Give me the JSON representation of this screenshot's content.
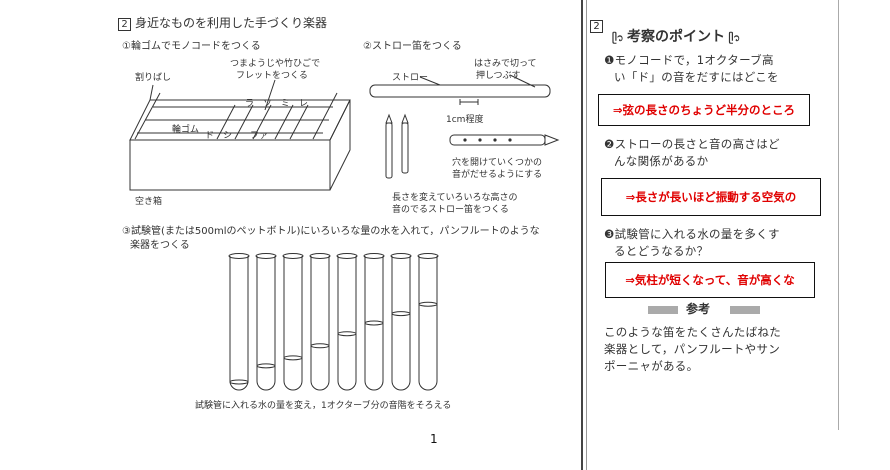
{
  "left": {
    "section_num": "2",
    "section_title": "身近なものを利用した手づくり楽器",
    "sub1": "①輪ゴムでモノコードをつくる",
    "sub2": "②ストロー笛をつくる",
    "labels": {
      "waribashi": "割りばし",
      "tsumayouji": "つまようじや竹ひごで",
      "fret": "フレットをつくる",
      "wagomu": "輪ゴム",
      "notes_top": "ラ　ソ　ミ　レ",
      "notes_bottom": "ド　シ　　ファ",
      "akibako": "空き箱",
      "straw": "ストロー",
      "hasami1": "はさみで切って",
      "hasami2": "押しつぶす",
      "cm": "1cm程度",
      "ana1": "穴を開けていくつかの",
      "ana2": "音がだせるようにする",
      "nagasa1": "長さを変えていろいろな高さの",
      "nagasa2": "音のでるストロー笛をつくる"
    },
    "sub3_line1": "③試験管(または500mlのペットボトル)にいろいろな量の水を入れて，パンフルートのような",
    "sub3_line2": "楽器をつくる",
    "tubes_caption": "試験管に入れる水の量を変え，1オクターブ分の音階をそろえる",
    "tube_fill_fractions": [
      0.06,
      0.18,
      0.24,
      0.33,
      0.42,
      0.5,
      0.57,
      0.64
    ]
  },
  "page_number": "1",
  "right": {
    "section_num": "2",
    "heading": "考察のポイント",
    "q1_line1": "❶モノコードで，1オクターブ高",
    "q1_line2": "い「ド」の音をだすにはどこを",
    "answer1": "⇒弦の長さのちょうど半分のところ",
    "q2_line1": "❷ストローの長さと音の高さはど",
    "q2_line2": "んな関係があるか",
    "answer2": "⇒長さが長いほど振動する空気の",
    "q3_line1": "❸試験管に入れる水の量を多くす",
    "q3_line2": "るとどうなるか？",
    "answer3": "⇒気柱が短くなって、音が高くな",
    "reference_title": "参考",
    "reference_line1": "このような笛をたくさんたばねた",
    "reference_line2": "楽器として，パンフルートやサン",
    "reference_line3": "ポーニャがある。"
  }
}
